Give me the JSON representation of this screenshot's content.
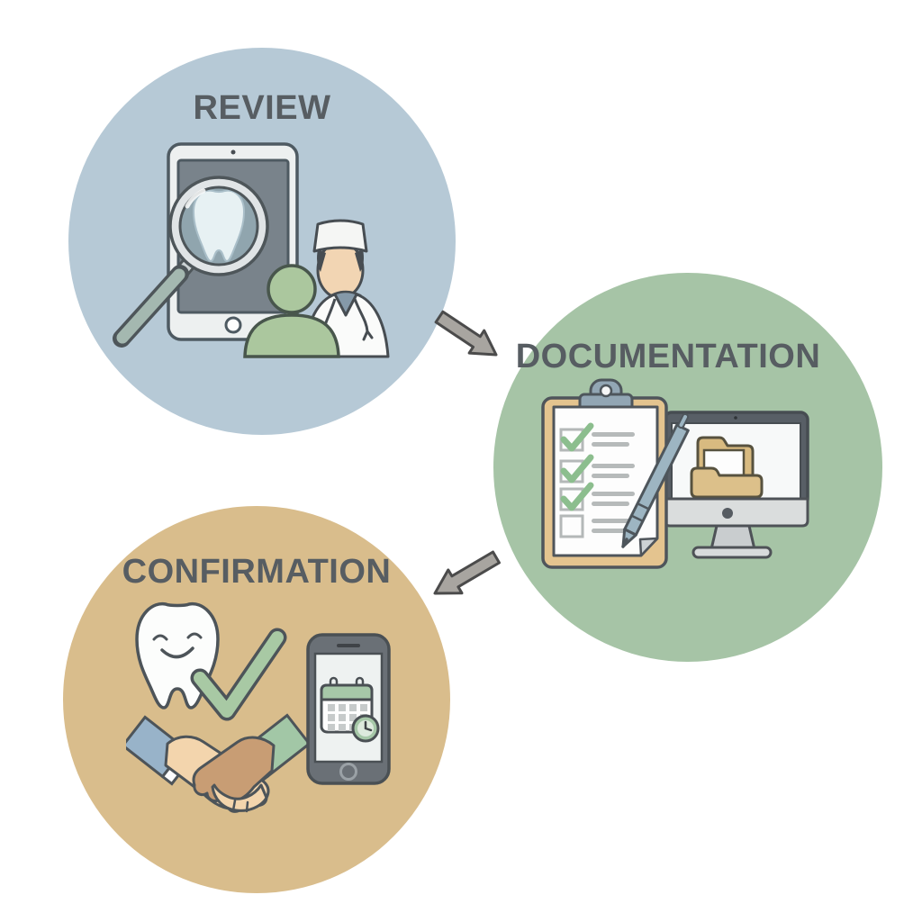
{
  "diagram": {
    "type": "process-flow",
    "steps": [
      {
        "id": "review",
        "label": "REVIEW",
        "circle_color": "#b6c9d6",
        "icons": [
          "tablet-icon",
          "magnifier-tooth-icon",
          "dentist-icon",
          "patient-silhouette-icon"
        ]
      },
      {
        "id": "documentation",
        "label": "DOCUMENTATION",
        "circle_color": "#a6c4a6",
        "icons": [
          "clipboard-checklist-icon",
          "pen-icon",
          "monitor-icon",
          "folder-icon"
        ],
        "checklist": {
          "rows": [
            {
              "checked": true
            },
            {
              "checked": true
            },
            {
              "checked": true
            },
            {
              "checked": false
            }
          ]
        }
      },
      {
        "id": "confirmation",
        "label": "CONFIRMATION",
        "circle_color": "#d9bd8c",
        "icons": [
          "tooth-smiley-icon",
          "checkmark-icon",
          "handshake-icon",
          "phone-icon",
          "calendar-icon",
          "clock-icon"
        ]
      }
    ],
    "connectors": [
      {
        "from": "review",
        "to": "documentation",
        "direction": "down-right"
      },
      {
        "from": "documentation",
        "to": "confirmation",
        "direction": "down-left"
      }
    ],
    "colors": {
      "background": "#ffffff",
      "review-circle": "#b6c9d6",
      "documentation-circle": "#a6c4a6",
      "confirmation-circle": "#d9bd8c",
      "label-text": "#575d62",
      "outline": "#4d5459",
      "arrow-fill": "#a8a5a0",
      "arrow-stroke": "#4b4b4b",
      "check-green": "#8cbe8e",
      "accent-green": "#a6c8a8",
      "clipboard-tan": "#e4c48f",
      "folder-tan": "#d8ba80",
      "sleeve-blue": "#98b3c9",
      "sleeve-green": "#a2c7a6",
      "skin-light": "#f3d5ad",
      "skin-dark": "#c89d74",
      "patient-green": "#abc79e",
      "screen-gray": "#79838b"
    }
  }
}
